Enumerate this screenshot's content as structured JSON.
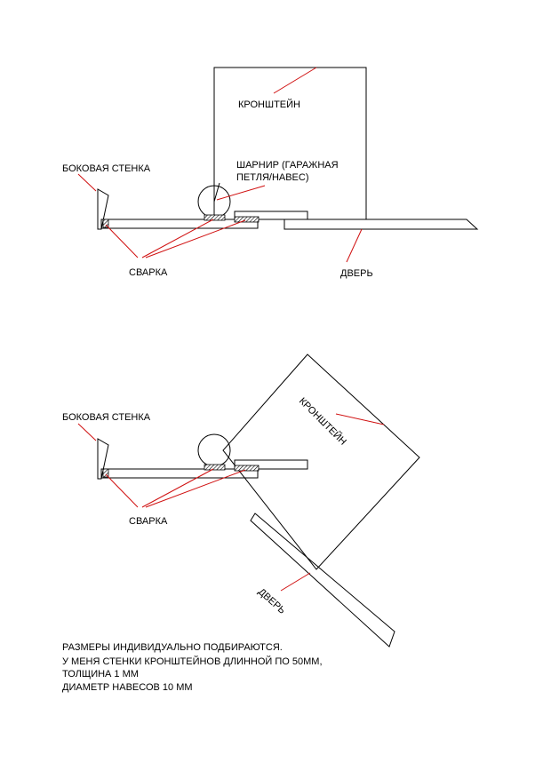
{
  "top_view": {
    "bracket_label": "КРОНШТЕЙН",
    "hinge_label_line1": "ШАРНИР (ГАРАЖНАЯ",
    "hinge_label_line2": "ПЕТЛЯ/НАВЕС)",
    "side_wall_label": "БОКОВАЯ СТЕНКА",
    "weld_label": "СВАРКА",
    "door_label": "ДВЕРЬ"
  },
  "bottom_view": {
    "side_wall_label": "БОКОВАЯ СТЕНКА",
    "bracket_label": "КРОНШТЕЙН",
    "weld_label": "СВАРКА",
    "door_label": "ДВЕРЬ"
  },
  "notes": [
    "РАЗМЕРЫ ИНДИВИДУАЛЬНО ПОДБИРАЮТСЯ.",
    "У МЕНЯ СТЕНКИ КРОНШТЕЙНОВ ДЛИННОЙ ПО  50ММ,",
    "ТОЛЩИНА 1 ММ",
    "ДИАМЕТР НАВЕСОВ 10 ММ"
  ],
  "colors": {
    "line": "#000000",
    "leader": "#d01010",
    "background": "#ffffff"
  }
}
